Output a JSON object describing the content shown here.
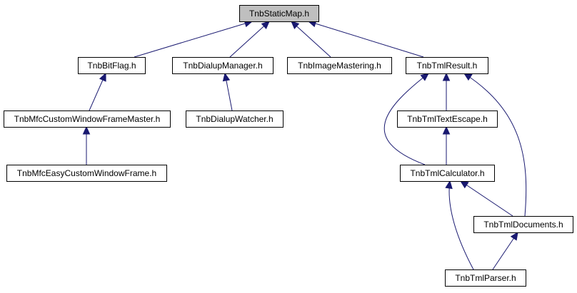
{
  "graph": {
    "nodes": [
      {
        "id": "static_map",
        "label": "TnbStaticMap.h",
        "root": true
      },
      {
        "id": "bit_flag",
        "label": "TnbBitFlag.h"
      },
      {
        "id": "dialup_manager",
        "label": "TnbDialupManager.h"
      },
      {
        "id": "image_mastering",
        "label": "TnbImageMastering.h"
      },
      {
        "id": "tml_result",
        "label": "TnbTmlResult.h"
      },
      {
        "id": "mfc_frame_master",
        "label": "TnbMfcCustomWindowFrameMaster.h"
      },
      {
        "id": "dialup_watcher",
        "label": "TnbDialupWatcher.h"
      },
      {
        "id": "tml_text_escape",
        "label": "TnbTmlTextEscape.h"
      },
      {
        "id": "mfc_easy_frame",
        "label": "TnbMfcEasyCustomWindowFrame.h"
      },
      {
        "id": "tml_calculator",
        "label": "TnbTmlCalculator.h"
      },
      {
        "id": "tml_documents",
        "label": "TnbTmlDocuments.h"
      },
      {
        "id": "tml_parser",
        "label": "TnbTmlParser.h"
      }
    ],
    "edges": [
      {
        "from": "bit_flag",
        "to": "static_map"
      },
      {
        "from": "dialup_manager",
        "to": "static_map"
      },
      {
        "from": "image_mastering",
        "to": "static_map"
      },
      {
        "from": "tml_result",
        "to": "static_map"
      },
      {
        "from": "mfc_frame_master",
        "to": "bit_flag"
      },
      {
        "from": "dialup_watcher",
        "to": "dialup_manager"
      },
      {
        "from": "mfc_easy_frame",
        "to": "mfc_frame_master"
      },
      {
        "from": "tml_text_escape",
        "to": "tml_result"
      },
      {
        "from": "tml_calculator",
        "to": "tml_result"
      },
      {
        "from": "tml_documents",
        "to": "tml_result"
      },
      {
        "from": "tml_calculator",
        "to": "tml_text_escape"
      },
      {
        "from": "tml_documents",
        "to": "tml_calculator"
      },
      {
        "from": "tml_parser",
        "to": "tml_calculator"
      },
      {
        "from": "tml_parser",
        "to": "tml_documents"
      }
    ]
  }
}
